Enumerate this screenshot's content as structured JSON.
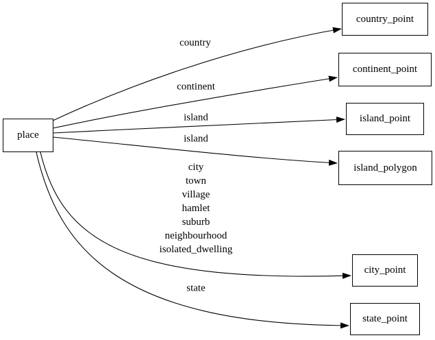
{
  "diagram": {
    "type": "directed-graph",
    "background_color": "#ffffff",
    "stroke_color": "#000000",
    "text_color": "#000000",
    "nodes": {
      "place": {
        "label": "place"
      },
      "country_point": {
        "label": "country_point"
      },
      "continent_point": {
        "label": "continent_point"
      },
      "island_point": {
        "label": "island_point"
      },
      "island_polygon": {
        "label": "island_polygon"
      },
      "city_point": {
        "label": "city_point"
      },
      "state_point": {
        "label": "state_point"
      }
    },
    "edges": [
      {
        "from": "place",
        "to": "country_point",
        "label": "country"
      },
      {
        "from": "place",
        "to": "continent_point",
        "label": "continent"
      },
      {
        "from": "place",
        "to": "island_point",
        "label": "island"
      },
      {
        "from": "place",
        "to": "island_polygon",
        "label": "island"
      },
      {
        "from": "place",
        "to": "city_point",
        "label_lines": [
          "city",
          "town",
          "village",
          "hamlet",
          "suburb",
          "neighbourhood",
          "isolated_dwelling"
        ]
      },
      {
        "from": "place",
        "to": "state_point",
        "label": "state"
      }
    ]
  }
}
